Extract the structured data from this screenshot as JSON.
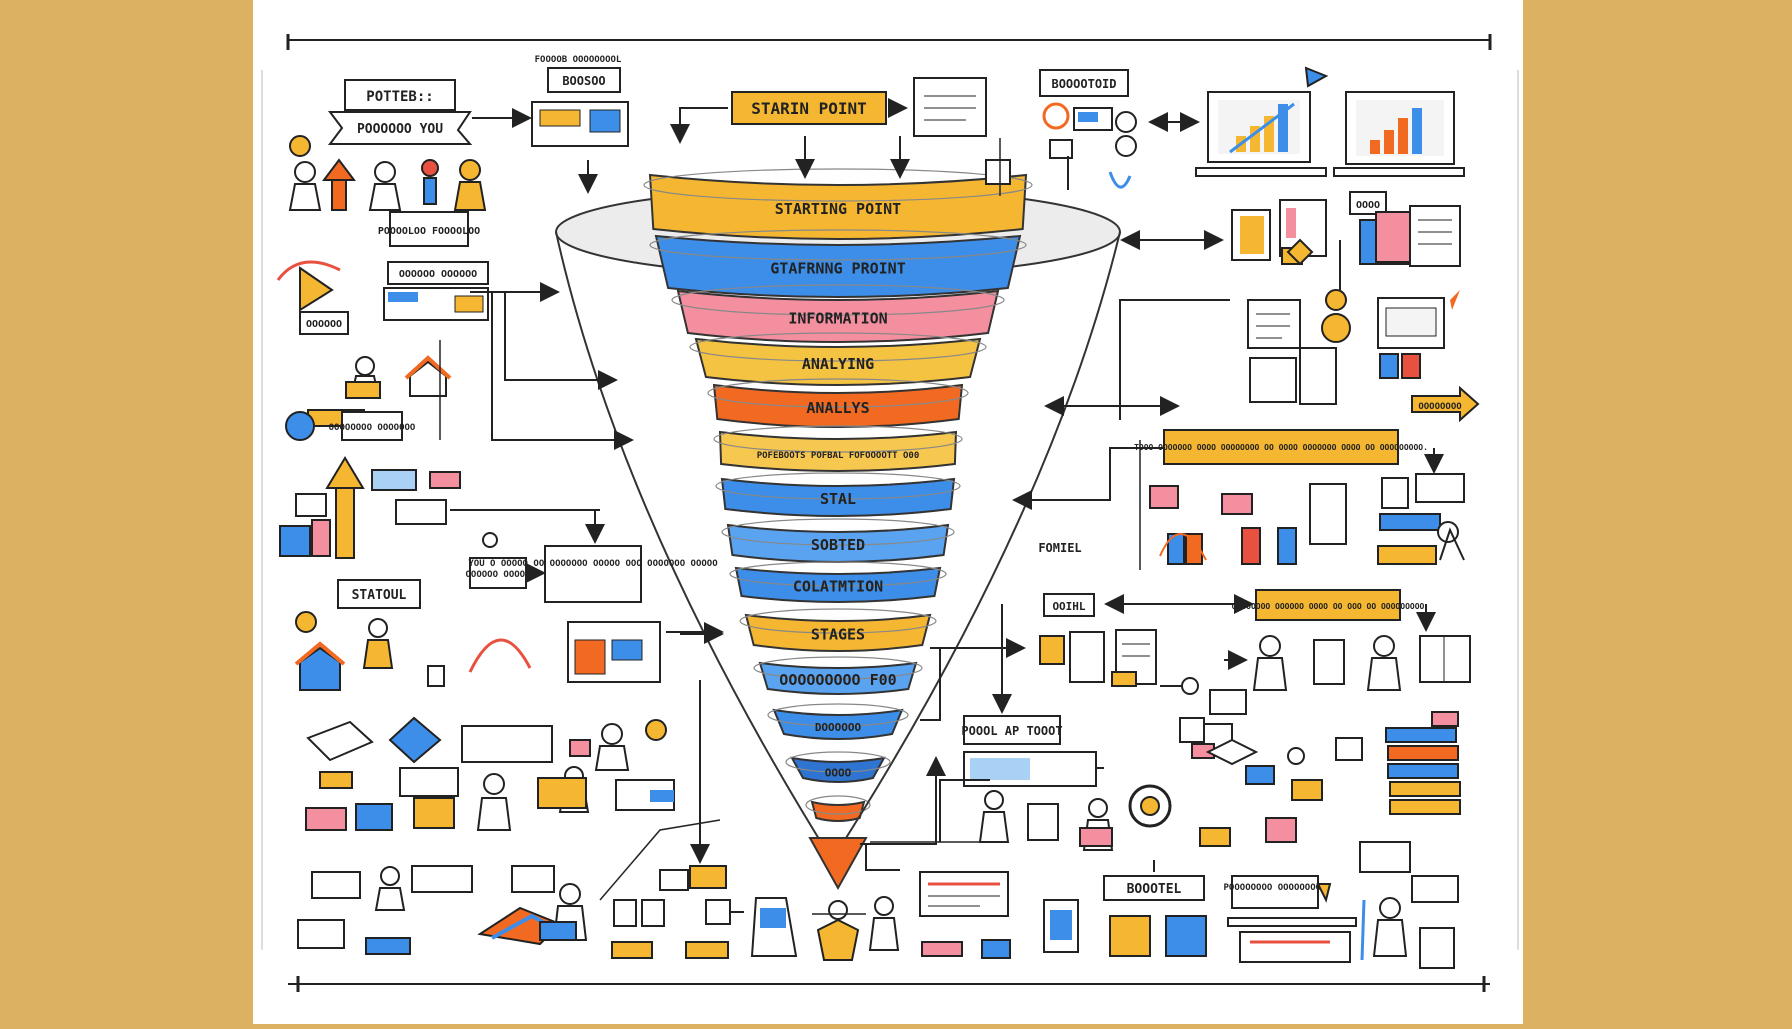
{
  "diagram": {
    "colors": {
      "frame": "#dcb262",
      "paper": "#ffffff",
      "ink": "#222222",
      "yellow": "#f5b731",
      "blue": "#3d8ee8",
      "pink": "#f48fa0",
      "orange": "#f26a22",
      "red": "#e8513f"
    },
    "funnel_bands": [
      {
        "label": "STARTING POINT",
        "color": "#f5b731"
      },
      {
        "label": "GTAFRNNG PROINT",
        "color": "#3d8ee8"
      },
      {
        "label": "INFORMATION",
        "color": "#f48fa0"
      },
      {
        "label": "ANALYING",
        "color": "#f5c342"
      },
      {
        "label": "ANALLYS",
        "color": "#f26a22"
      },
      {
        "label": "POFEBOOTS POFBAL FOFOOOOTT O00",
        "color": "#f7c84f"
      },
      {
        "label": "STAL",
        "color": "#3d8ee8"
      },
      {
        "label": "SOBTED",
        "color": "#5aa3f0"
      },
      {
        "label": "COLATMTION",
        "color": "#3d8ee8"
      },
      {
        "label": "STAGES",
        "color": "#f5b731"
      },
      {
        "label": "OOOOOOOOO F00",
        "color": "#5aa3f0"
      },
      {
        "label": "DOOOOOO",
        "color": "#3d8ee8"
      },
      {
        "label": "OOOO",
        "color": "#2f74d0"
      },
      {
        "label": "",
        "color": "#f26a22"
      }
    ],
    "labels": {
      "top_left_sign": "POTTEB::",
      "top_left_sign2": "POOOOOO YOU",
      "tiny_top": "FOOOOB OOOOOOOOL",
      "box_top": "BOOSOO",
      "starting_point": "STARIN POINT",
      "top_right_box": "BOOOOTOID",
      "left_box1": "POOOOLOO FOOOOLOO",
      "left_box2": "OOOOOO OOOOOO",
      "left_box3": "OOOOOO",
      "left_box4": "OOOOOOOO OOOOOOO",
      "statoul": "STATOUL",
      "mid_left_box": "YOU O OOOOO OO OOOOOOO OOOOO OOO OOOOOOO OOOOO",
      "mid_left_box2": "OOOOOO OOOOO",
      "right_banner": "TOOO OOOOOOO OOOO OOOOOOOO OO OOOO OOOOOOO OOOO OO OOOOOOOOO.",
      "fomiel": "FOMIEL",
      "ooihl": "OOIHL",
      "right_banner2": "OOOOOOOO OOOOOO OOOO OO OOO OO OOOOOOOOO",
      "bottom_mid_box": "POOOL AP TOOOT",
      "bottom_box": "BOOOTEL",
      "bottom_right_box": "POOOOOOOO OOOOOOOOO",
      "right_small": "OOOO",
      "right_arrow_tag": "OOOOOOOO"
    }
  }
}
